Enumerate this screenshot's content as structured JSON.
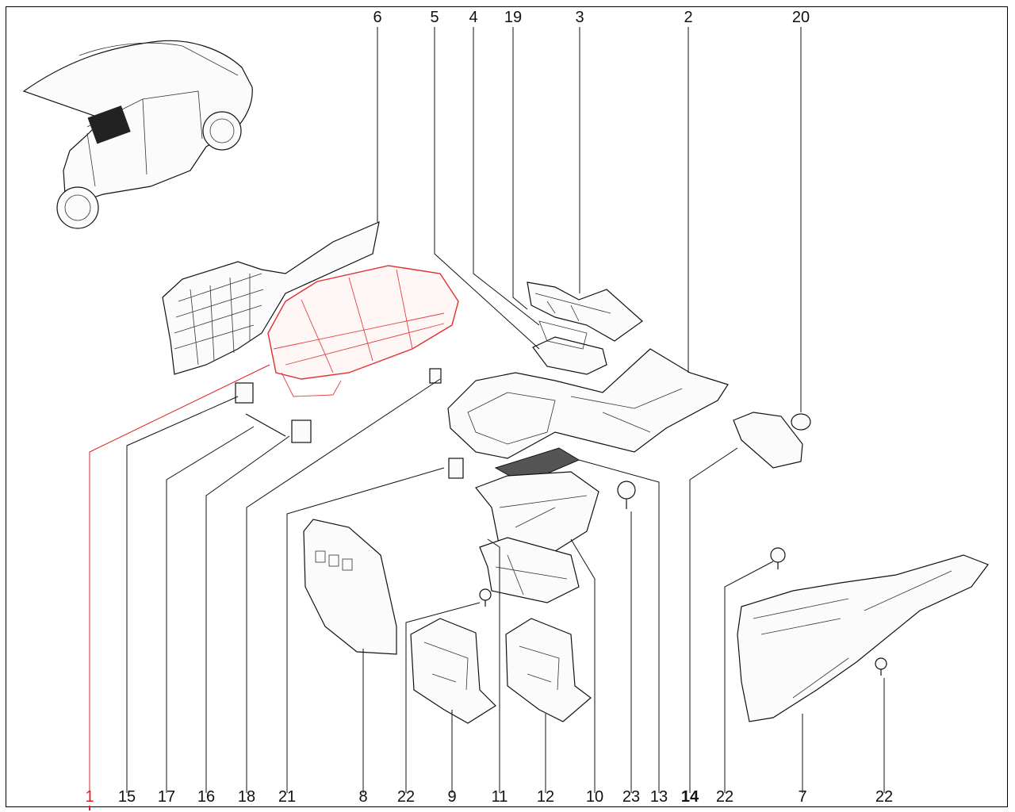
{
  "callouts": {
    "c1": "1",
    "c2": "2",
    "c3": "3",
    "c4": "4",
    "c5": "5",
    "c6": "6",
    "c7": "7",
    "c8": "8",
    "c9": "9",
    "c10": "10",
    "c11": "11",
    "c12": "12",
    "c13": "13",
    "c14": "14",
    "c15": "15",
    "c16": "16",
    "c17": "17",
    "c18": "18",
    "c19": "19",
    "c20": "20",
    "c21": "21",
    "c22a": "22",
    "c22b": "22",
    "c22c": "22",
    "c23": "23"
  },
  "highlight": {
    "part": "1",
    "color": "#e02020"
  }
}
